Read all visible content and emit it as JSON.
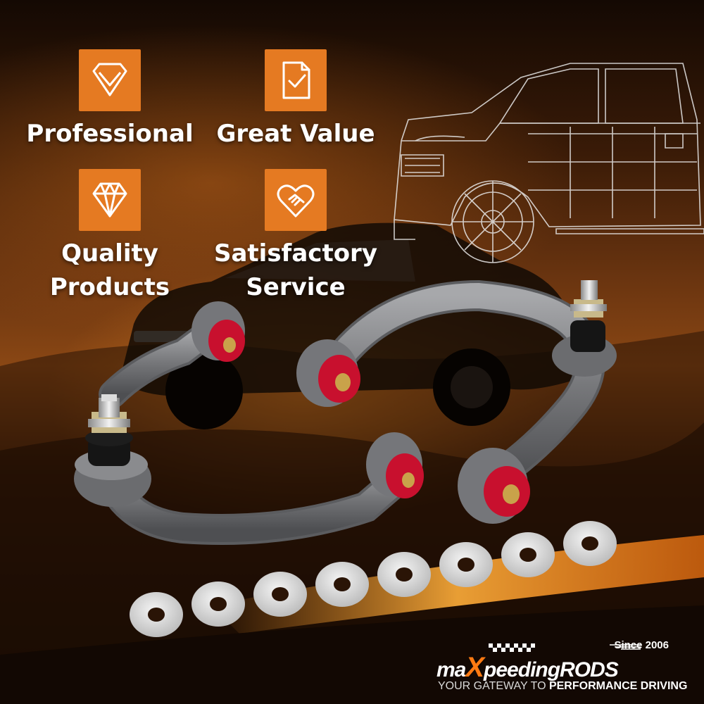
{
  "features": [
    {
      "id": "professional",
      "label": "Professional",
      "icon": "diamond-badge-icon"
    },
    {
      "id": "great-value",
      "label": "Great Value",
      "icon": "document-check-icon"
    },
    {
      "id": "quality",
      "label_line1": "Quality",
      "label_line2": "Products",
      "icon": "gem-icon"
    },
    {
      "id": "service",
      "label_line1": "Satisfactory",
      "label_line2": "Service",
      "icon": "heart-handshake-icon"
    }
  ],
  "brand": {
    "logo_prefix": "ma",
    "logo_x": "X",
    "logo_suffix": "peedingRODS",
    "since": "Since 2006",
    "tagline_plain": "YOUR GATEWAY TO ",
    "tagline_bold": "PERFORMANCE DRIVING"
  },
  "colors": {
    "accent": "#e57a22",
    "brand_orange": "#ff7a12",
    "bushing_red": "#c8102e",
    "arm_grey": "#7c7d80"
  }
}
